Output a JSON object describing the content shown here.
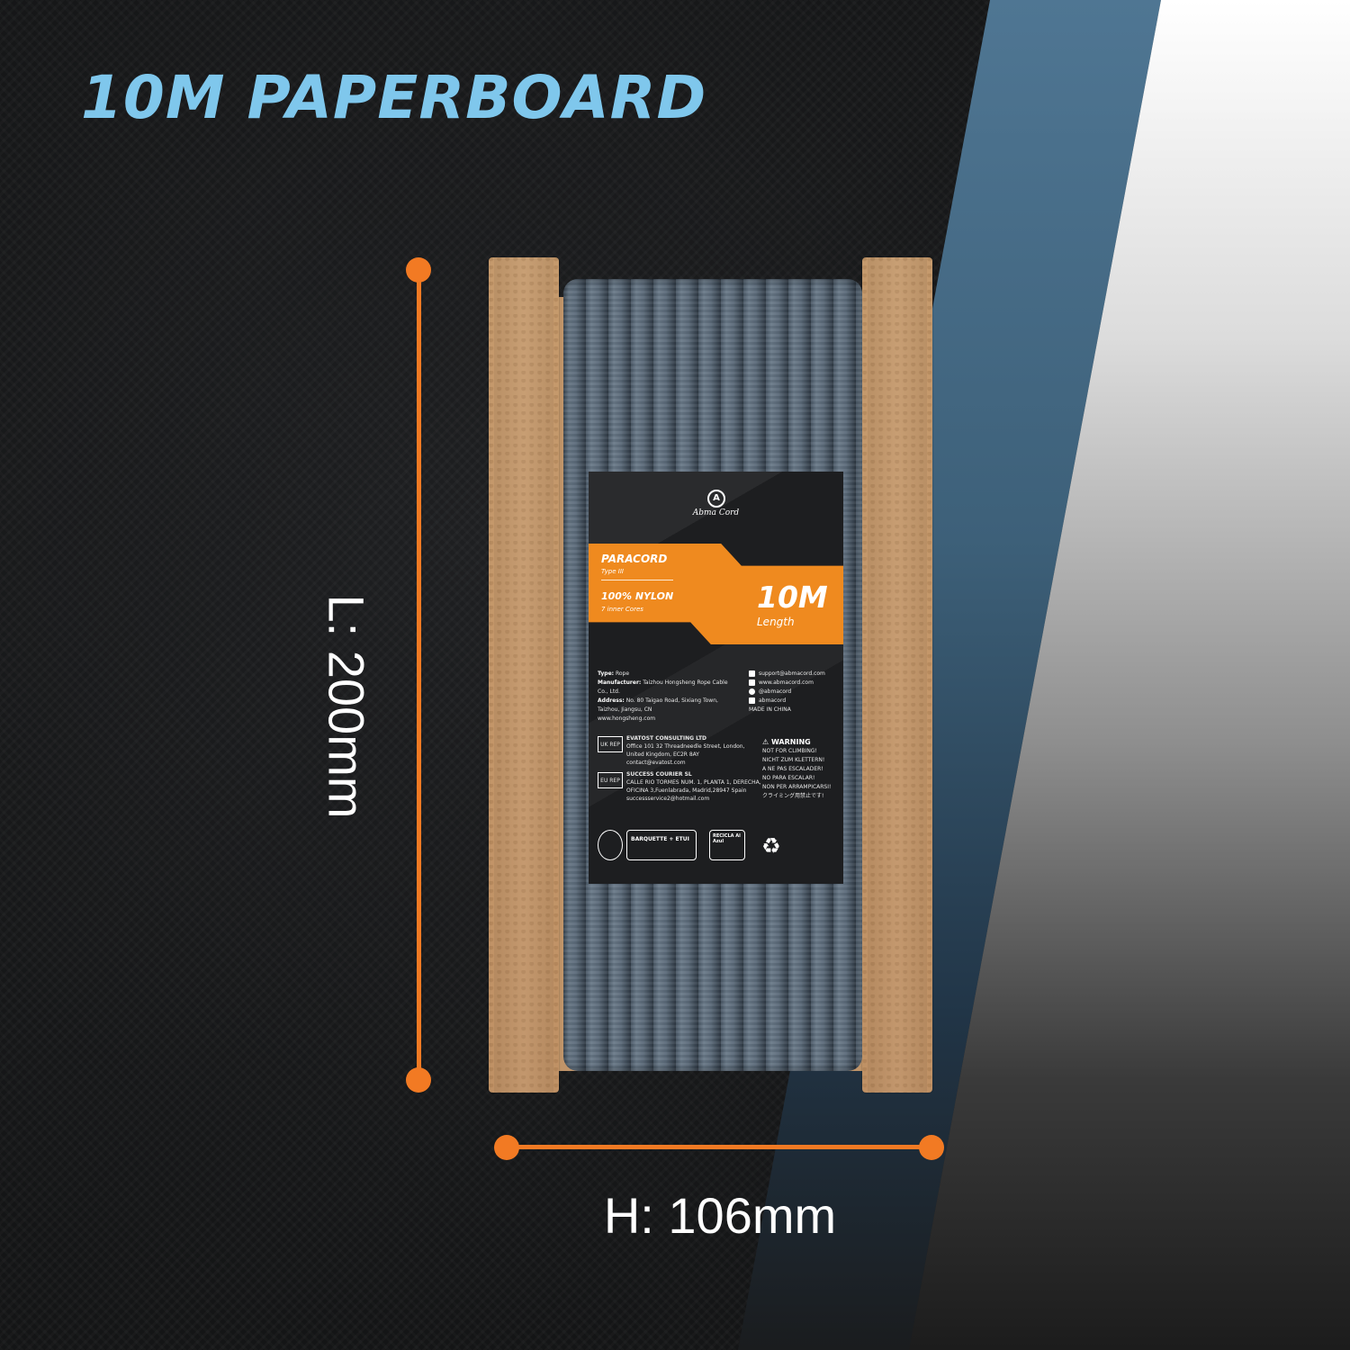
{
  "title": "10M PAPERBOARD",
  "dimensions": {
    "length_label": "L: 200mm",
    "height_label": "H: 106mm"
  },
  "colors": {
    "title": "#7fc7ec",
    "accent": "#f27a23",
    "label_band": "#ef8a1f",
    "cord": "#4e5c6a",
    "board": "#c4976a",
    "background": "#151617"
  },
  "product_label": {
    "brand": "Abma Cord",
    "product": "PARACORD",
    "type": "Type III",
    "material": "100% NYLON",
    "cores": "7 inner Cores",
    "length_value": "10M",
    "length_caption": "Length",
    "info_left": [
      {
        "key": "Type:",
        "value": "Rope"
      },
      {
        "key": "Manufacturer:",
        "value": "Taizhou Hongsheng Rope Cable Co., Ltd."
      },
      {
        "key": "Address:",
        "value": "No. 80 Taigao Road, Sixiang Town, Taizhou, Jiangsu, CN"
      },
      {
        "key": "",
        "value": "www.hongsheng.com"
      }
    ],
    "info_right": [
      "support@abmacord.com",
      "www.abmacord.com",
      "@abmacord",
      "abmacord",
      "MADE IN CHINA"
    ],
    "uk_rep": {
      "tag": "UK REP",
      "name": "EVATOST CONSULTING LTD",
      "address": "Office 101 32 Threadneedle Street, London, United Kingdom, EC2R 8AY",
      "contact": "contact@evatost.com"
    },
    "eu_rep": {
      "tag": "EU REP",
      "name": "SUCCESS COURIER SL",
      "address": "CALLE RIO TORMES NUM. 1, PLANTA 1, DERECHA, OFICINA 3,Fuenlabrada, Madrid,28947 Spain",
      "contact": "successservice2@hotmail.com"
    },
    "warning": {
      "heading": "WARNING",
      "lines": [
        "NOT FOR CLIMBING!",
        "NICHT ZUM KLETTERN!",
        "A NE PAS ESCALADER!",
        "NO PARA ESCALAR!",
        "NON PER ARRAMPICARSI!",
        "クライミング用禁止です!"
      ]
    },
    "eco": {
      "barquette": "BARQUETTE + ETUI",
      "recycle_it": "RECICLA Al Azul"
    }
  }
}
